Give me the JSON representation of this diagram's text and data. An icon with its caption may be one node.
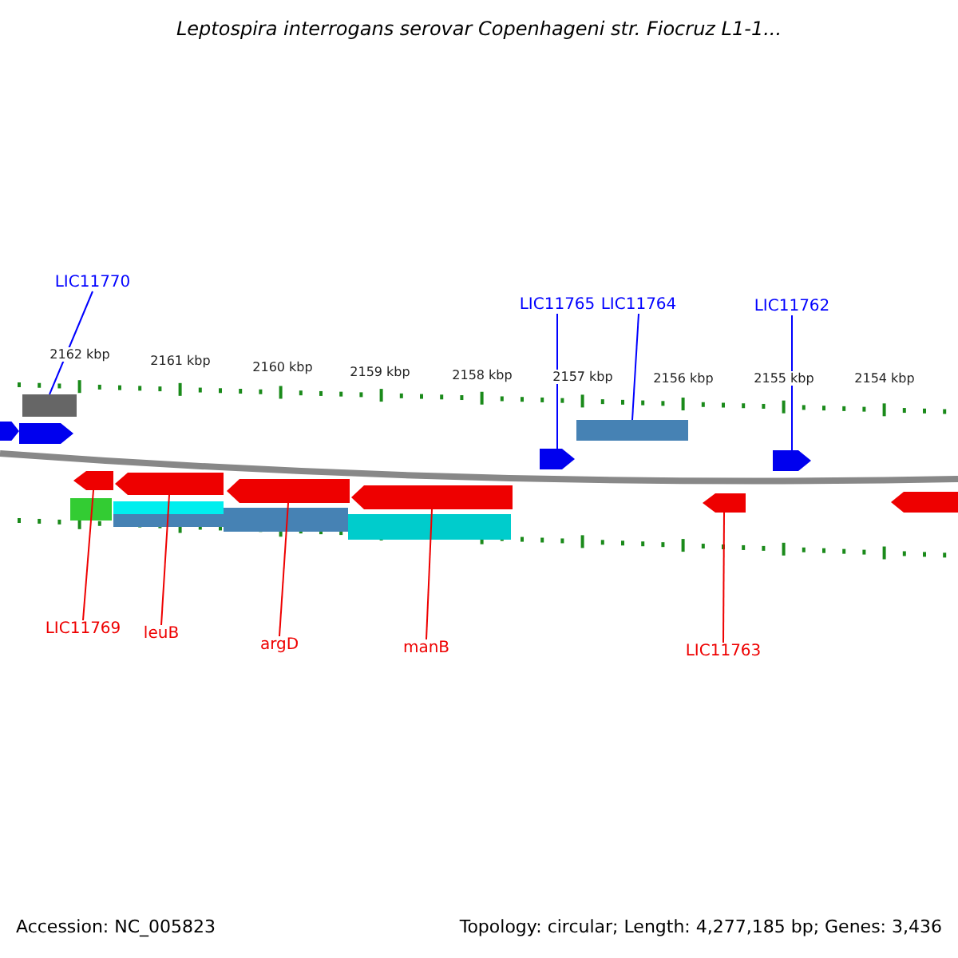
{
  "diagram": {
    "title": "Leptospira interrogans serovar Copenhageni str. Fiocruz L1-1...",
    "nodes": [
      {
        "text": [
          "LIC11770"
        ]
      },
      {
        "text": [
          "LIC11765"
        ]
      },
      {
        "text": [
          "LIC11764"
        ]
      },
      {
        "text": [
          "LIC11762"
        ]
      },
      {
        "text": [],
        "shape": "bar"
      },
      {
        "text": [],
        "shape": "bar"
      },
      {
        "text": [],
        "shape": "arrow"
      },
      {
        "text": [],
        "shape": "arrow"
      },
      {
        "text": [],
        "shape": "arrow"
      },
      {
        "text": [],
        "shape": "arrow"
      },
      {
        "text": [],
        "shape": "arrow"
      },
      {
        "text": [],
        "shape": "arrow"
      },
      {
        "text": [],
        "shape": "arrow"
      },
      {
        "text": [
          "LIC11769"
        ]
      },
      {
        "text": [
          "leuB"
        ]
      },
      {
        "text": [
          "argD"
        ]
      },
      {
        "text": [
          "manB"
        ]
      },
      {
        "text": [
          "LIC11763"
        ]
      }
    ],
    "edges": [
      {
        "from": 0,
        "to": 4,
        "arrow": "none",
        "color": "#0000ff"
      },
      {
        "from": 1,
        "to": 6,
        "arrow": "none",
        "color": "#0000ff"
      },
      {
        "from": 2,
        "to": 5,
        "arrow": "none",
        "color": "#0000ff"
      },
      {
        "from": 3,
        "to": 7,
        "arrow": "none",
        "color": "#0000ff"
      },
      {
        "from": 13,
        "to": 8,
        "arrow": "none"
      },
      {
        "from": 14,
        "to": 9,
        "arrow": "none"
      },
      {
        "from": 15,
        "to": 10,
        "arrow": "none"
      },
      {
        "from": 16,
        "to": 11,
        "arrow": "none"
      },
      {
        "from": 17,
        "to": 12,
        "arrow": "none"
      }
    ],
    "labels": [
      "2162 kbp",
      "2161 kbp",
      "2160 kbp",
      "2159 kbp",
      "2158 kbp",
      "2157 kbp",
      "2156 kbp",
      "2155 kbp",
      "2154 kbp",
      "Accession: NC_005823",
      "Topology: circular; Length: 4,277,185 bp; Genes: 3,436"
    ]
  }
}
